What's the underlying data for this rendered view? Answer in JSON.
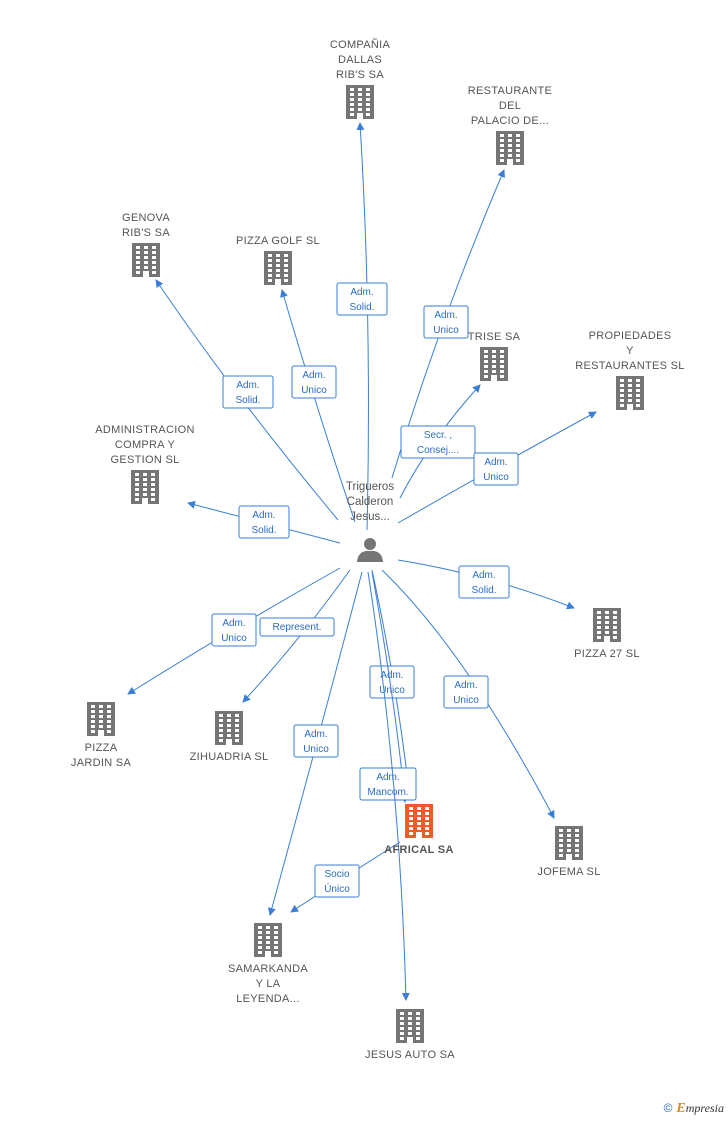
{
  "center": {
    "lines": [
      "Trigueros",
      "Calderon",
      "Jesus..."
    ],
    "icon": "person-icon"
  },
  "colors": {
    "edge": "#3a7fd5",
    "building": "#757575",
    "building_highlight": "#f05a28",
    "text": "#555555"
  },
  "nodes": [
    {
      "id": "compania-dallas",
      "lines": [
        "COMPAÑIA",
        "DALLAS",
        "RIB'S SA"
      ],
      "icon": "building-icon"
    },
    {
      "id": "restaurante-palacio",
      "lines": [
        "RESTAURANTE",
        "DEL",
        "PALACIO DE..."
      ],
      "icon": "building-icon"
    },
    {
      "id": "genova",
      "lines": [
        "GENOVA",
        "RIB'S SA"
      ],
      "icon": "building-icon"
    },
    {
      "id": "pizza-golf",
      "lines": [
        "PIZZA GOLF SL"
      ],
      "icon": "building-icon"
    },
    {
      "id": "trise",
      "lines": [
        "TRISE SA"
      ],
      "icon": "building-icon"
    },
    {
      "id": "propiedades",
      "lines": [
        "PROPIEDADES",
        "Y",
        "RESTAURANTES SL"
      ],
      "icon": "building-icon"
    },
    {
      "id": "administracion",
      "lines": [
        "ADMINISTRACION",
        "COMPRA Y",
        "GESTION SL"
      ],
      "icon": "building-icon"
    },
    {
      "id": "pizza-27",
      "lines": [
        "PIZZA 27 SL"
      ],
      "icon": "building-icon"
    },
    {
      "id": "pizza-jardin",
      "lines": [
        "PIZZA",
        "JARDIN SA"
      ],
      "icon": "building-icon"
    },
    {
      "id": "zihuadria",
      "lines": [
        "ZIHUADRIA  SL"
      ],
      "icon": "building-icon"
    },
    {
      "id": "africal",
      "lines": [
        "AFRICAL SA"
      ],
      "icon": "building-icon",
      "highlight": true
    },
    {
      "id": "jofema",
      "lines": [
        "JOFEMA SL"
      ],
      "icon": "building-icon"
    },
    {
      "id": "samarkanda",
      "lines": [
        "SAMARKANDA",
        "Y LA",
        "LEYENDA..."
      ],
      "icon": "building-icon"
    },
    {
      "id": "jesus-auto",
      "lines": [
        "JESUS AUTO SA"
      ],
      "icon": "building-icon"
    }
  ],
  "edges": [
    {
      "to": "compania-dallas",
      "label": [
        "Adm.",
        "Solid."
      ]
    },
    {
      "to": "restaurante-palacio",
      "label": [
        "Adm.",
        "Unico"
      ]
    },
    {
      "to": "genova",
      "label": [
        "Adm.",
        "Solid."
      ]
    },
    {
      "to": "pizza-golf",
      "label": [
        "Adm.",
        "Unico"
      ]
    },
    {
      "to": "trise",
      "label": [
        "Secr. ,",
        "Consej...."
      ]
    },
    {
      "to": "propiedades",
      "label": [
        "Adm.",
        "Unico"
      ]
    },
    {
      "to": "administracion",
      "label": [
        "Adm.",
        "Solid."
      ]
    },
    {
      "to": "pizza-27",
      "label": [
        "Adm.",
        "Solid."
      ]
    },
    {
      "to": "pizza-jardin",
      "label": [
        "Adm.",
        "Unico"
      ]
    },
    {
      "to": "zihuadria",
      "label": [
        "Represent."
      ]
    },
    {
      "to": "africal",
      "label": [
        "Adm.",
        "Unico"
      ]
    },
    {
      "to": "africal",
      "label": [
        "Adm.",
        "Mancom."
      ]
    },
    {
      "to": "jofema",
      "label": [
        "Adm.",
        "Unico"
      ]
    },
    {
      "to": "samarkanda",
      "label": [
        "Adm.",
        "Unico"
      ]
    },
    {
      "to": "jesus-auto",
      "label": []
    },
    {
      "from": "africal",
      "to": "samarkanda",
      "label": [
        "Socio",
        "Único"
      ]
    }
  ],
  "brand": {
    "symbol": "©",
    "name": "mpresia",
    "initial": "E"
  }
}
